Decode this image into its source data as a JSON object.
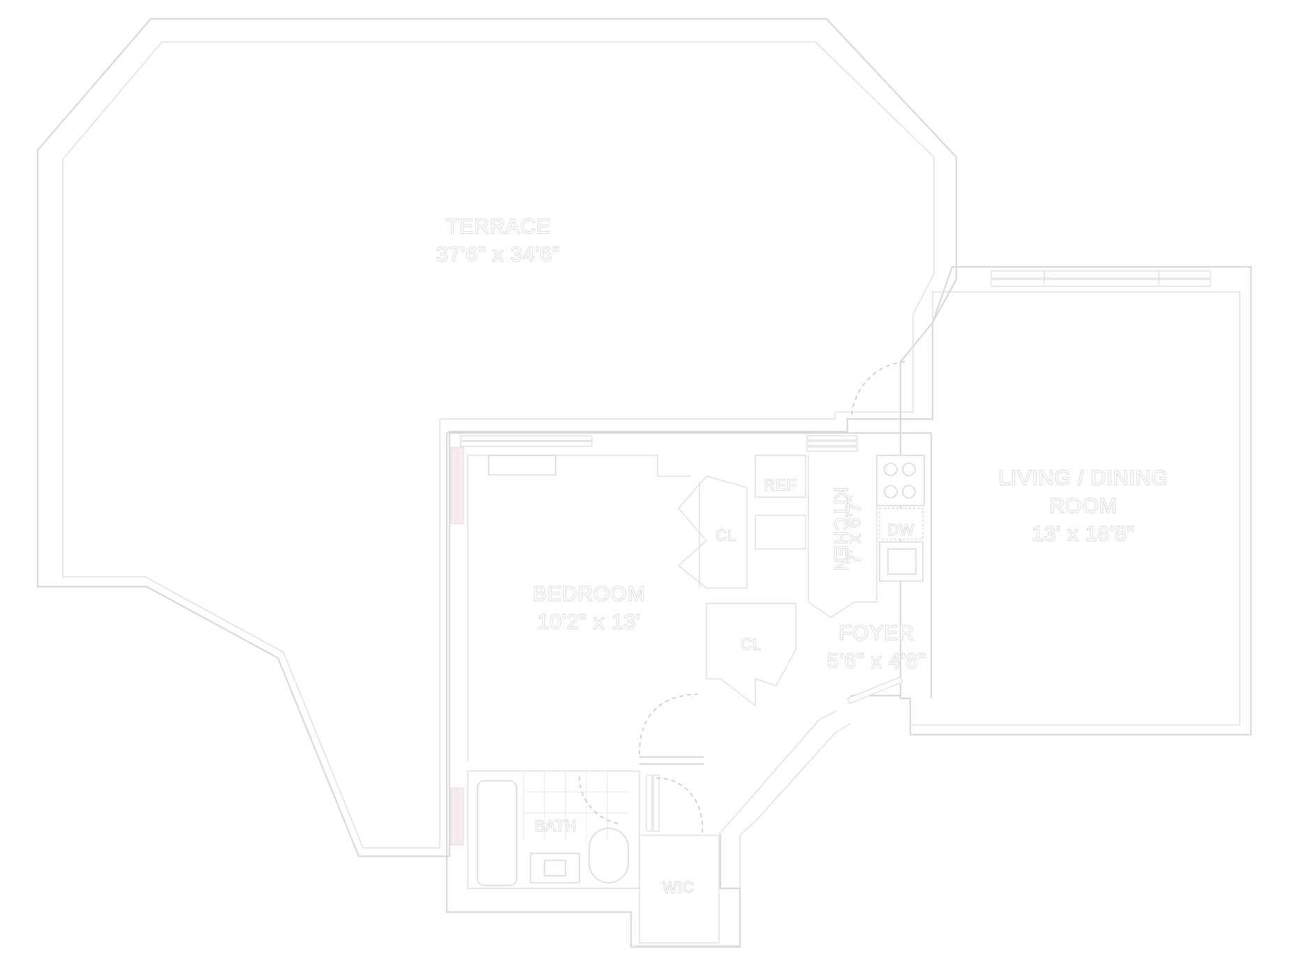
{
  "floor_plan": {
    "rooms": {
      "terrace": {
        "name": "TERRACE",
        "dimensions": "37'6\" x 34'6\""
      },
      "living_dining": {
        "name_line1": "LIVING / DINING",
        "name_line2": "ROOM",
        "dimensions": "13' x 18'8\""
      },
      "bedroom": {
        "name": "BEDROOM",
        "dimensions": "10'2\" x 13'"
      },
      "foyer": {
        "name": "FOYER",
        "dimensions": "5'6\" x 4'8\""
      },
      "kitchen": {
        "name": "KITCHEN",
        "dimensions": "7' x 6'7\""
      },
      "bath": {
        "name": "BATH"
      },
      "wic": {
        "name": "WIC"
      }
    },
    "fixtures": {
      "closet_1": "CL",
      "closet_2": "CL",
      "refrigerator": "REF",
      "dishwasher": "DW"
    }
  }
}
